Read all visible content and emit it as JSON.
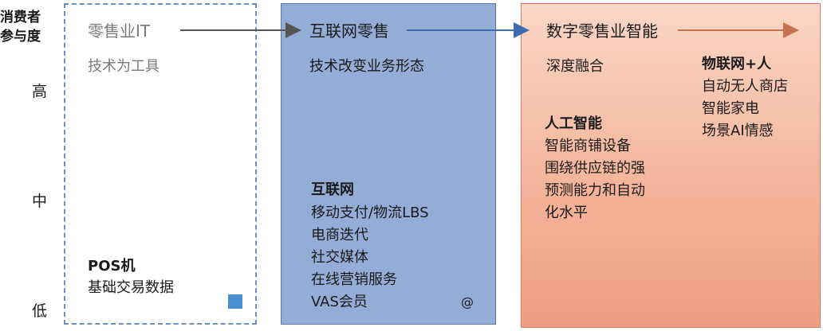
{
  "axis": {
    "title_line1": "消费者",
    "title_line2": "参与度",
    "high": "高",
    "mid": "中",
    "low": "低"
  },
  "stages": {
    "retail_it": {
      "title": "零售业IT",
      "subtitle": "技术为工具",
      "group_title": "POS机",
      "group_items": [
        "基础交易数据"
      ]
    },
    "internet_retail": {
      "title": "互联网零售",
      "subtitle": "技术改变业务形态",
      "group_title": "互联网",
      "group_items": [
        "移动支付/物流LBS",
        "电商迭代",
        "社交媒体",
        "在线营销服务",
        "VAS会员"
      ],
      "mark": "@"
    },
    "digital_smart_retail": {
      "title": "数字零售业智能",
      "subtitle": "深度融合",
      "ai_title": "人工智能",
      "ai_items": [
        "智能商铺设备",
        "围绕供应链的强",
        "预测能力和自动",
        "化水平"
      ],
      "iot_title": "物联网+人",
      "iot_items": [
        "自动无人商店",
        "智能家电",
        "场景AI情感"
      ]
    }
  },
  "colors": {
    "it_border": "#6b8fc0",
    "internet_fill": "#93add6",
    "smart_fill_top": "#f9d7c6",
    "smart_fill_bottom": "#ee9e82",
    "arrow_grey": "#555555",
    "arrow_blue": "#3f6bb0",
    "arrow_orange": "#c9724f"
  }
}
